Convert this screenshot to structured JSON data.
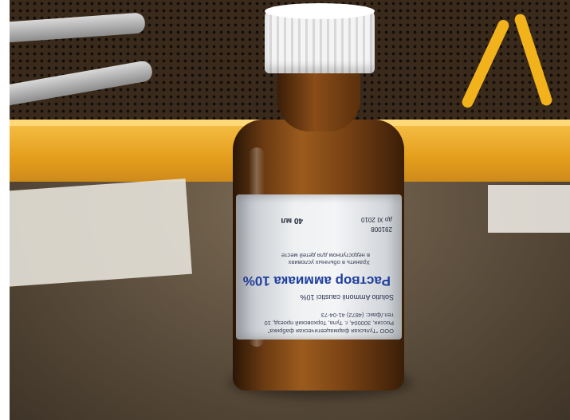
{
  "label": {
    "manufacturer": "ООО \"Тульская фармацевтическая фабрика\"",
    "address": "Россия, 300004, г. Тула, Торховский проезд, 10",
    "phone": "тел./факс: (4872) 41-04-73",
    "latin_name": "Solutio Ammonii caustici 10%",
    "title": "Раствор аммиака 10%",
    "storage_line1": "Хранить в обычных условиях",
    "storage_line2": "в недоступном для детей месте",
    "volume": "40 мл",
    "lot": "291008",
    "expiry": "до XI 2010"
  },
  "colors": {
    "cap": "#f4f4f4",
    "glass": "#7a4314",
    "label_text": "#1f3f9e",
    "shelf": "#e59f1d",
    "desk": "#5a4c3b"
  }
}
